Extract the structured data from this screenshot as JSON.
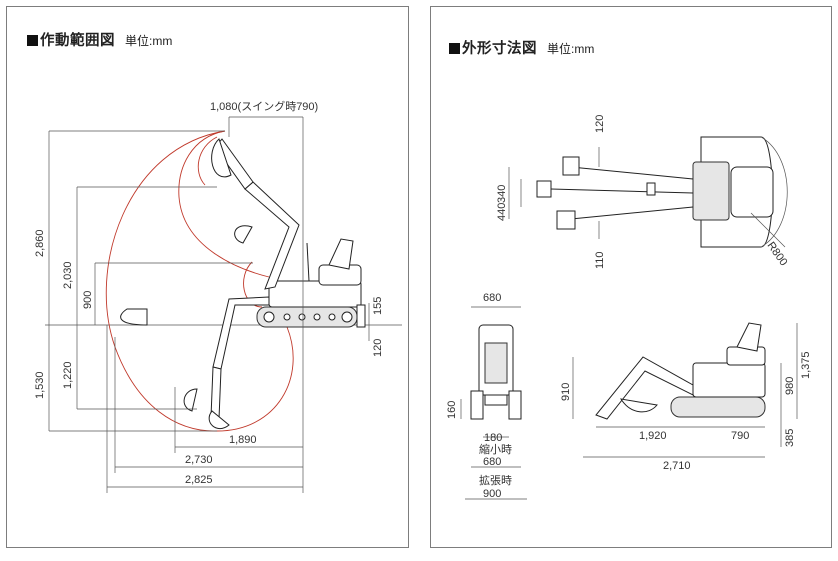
{
  "left": {
    "title": "作動範囲図",
    "unit": "単位:mm",
    "dims": {
      "top": "1,080(スイング時790)",
      "h2860": "2,860",
      "h2030": "2,030",
      "h900": "900",
      "h155": "155",
      "h120": "120",
      "d1530": "1,530",
      "d1220": "1,220",
      "w1890": "1,890",
      "w2730": "2,730",
      "w2825": "2,825"
    }
  },
  "right": {
    "title": "外形寸法図",
    "unit": "単位:mm",
    "top": {
      "d120": "120",
      "d340": "340",
      "d440": "440",
      "d110": "110",
      "r800": "R800"
    },
    "front": {
      "w680top": "680",
      "h160": "160",
      "w180": "180",
      "shrink": "縮小時",
      "w680": "680",
      "expand": "拡張時",
      "w900": "900"
    },
    "side": {
      "h910": "910",
      "h980": "980",
      "h1375": "1,375",
      "h385": "385",
      "w1920": "1,920",
      "w790": "790",
      "w2710": "2,710"
    }
  }
}
